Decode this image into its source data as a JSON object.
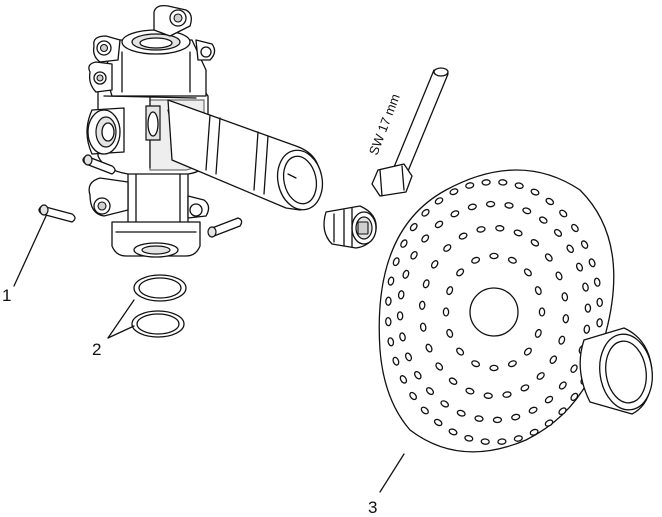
{
  "callouts": [
    {
      "id": "1",
      "label": "1"
    },
    {
      "id": "2",
      "label": "2"
    },
    {
      "id": "3",
      "label": "3"
    }
  ],
  "tool": {
    "label": "SW 17 mm"
  },
  "colors": {
    "line": "#111111",
    "background": "#ffffff",
    "shade": "#e4e4e4"
  }
}
